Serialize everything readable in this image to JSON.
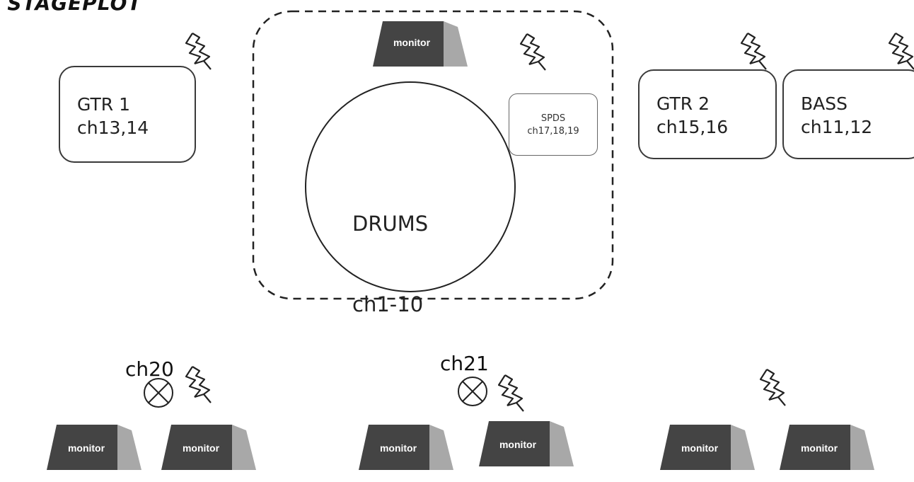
{
  "title": ". STAGEPLOT",
  "drums": {
    "name": "DRUMS",
    "channels": "ch1-10"
  },
  "spds": {
    "name": "SPDS",
    "channels": "ch17,18,19"
  },
  "instruments": [
    {
      "name": "GTR 1",
      "channels": "ch13,14"
    },
    {
      "name": "GTR 2",
      "channels": "ch15,16"
    },
    {
      "name": "BASS",
      "channels": "ch11,12"
    }
  ],
  "vocal_mics": [
    {
      "label": "ch20"
    },
    {
      "label": "ch21"
    }
  ],
  "monitor_label": "monitor",
  "icons": [
    "power-icon",
    "microphone-icon",
    "monitor-wedge-icon"
  ]
}
